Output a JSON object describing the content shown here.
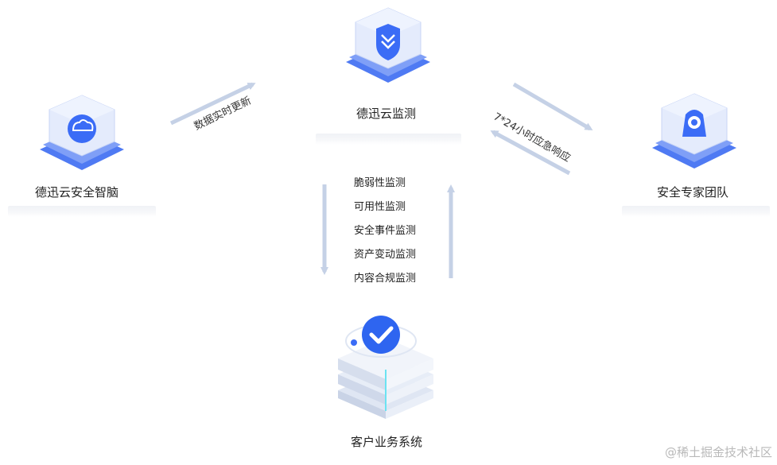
{
  "nodes": {
    "brain": {
      "label": "德迅云安全智脑",
      "icon": "cloud-brain-icon"
    },
    "monitor": {
      "label": "德迅云监测",
      "icon": "shield-monitor-icon"
    },
    "experts": {
      "label": "安全专家团队",
      "icon": "expert-headset-icon"
    },
    "customer": {
      "label": "客户业务系统",
      "icon": "server-check-icon"
    }
  },
  "flows": {
    "realtime_update": "数据实时更新",
    "emergency_response": "7*24小时应急响应"
  },
  "monitoring_items": [
    "脆弱性监测",
    "可用性监测",
    "安全事件监测",
    "资产变动监测",
    "内容合规监测"
  ],
  "watermark": "@稀土掘金技术社区",
  "colors": {
    "arrow": "#c5d1e6",
    "brand_blue": "#3b6cf6",
    "cube_face": "#dfe7fb"
  }
}
